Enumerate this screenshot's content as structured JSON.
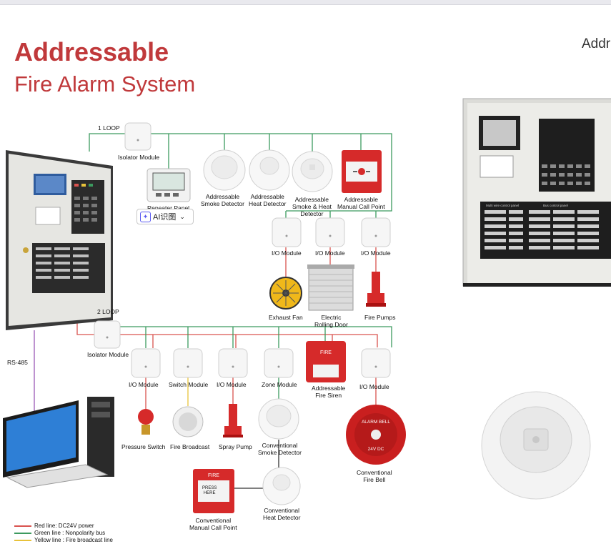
{
  "title": {
    "line1": "Addressable",
    "line2": "Fire Alarm System"
  },
  "cut_title": "Addr",
  "ai_button": {
    "label": "AI识图"
  },
  "loops": {
    "loop1": "1 LOOP",
    "loop2": "2 LOOP",
    "rs485": "RS-485"
  },
  "labels": {
    "isolator1": "Isolator Module",
    "repeater": "Repeater Panel",
    "smoke1": "Addressable\nSmoke Detector",
    "heat1": "Addressable\nHeat Detector",
    "smokeheat": "Addressable\nSmoke & Heat\nDetector",
    "mcp1": "Addressable\nManual Call Point",
    "io1": "I/O Module",
    "io2": "I/O Module",
    "io3": "I/O Module",
    "fan": "Exhaust Fan",
    "door": "Electric\nRolling Door",
    "pumps": "Fire Pumps",
    "isolator2": "Isolator Module",
    "io4": "I/O  Module",
    "switch": "Switch  Module",
    "io5": "I/O Module",
    "zone": "Zone Module",
    "siren": "Addressable\nFire Siren",
    "io6": "I/O Module",
    "pressure": "Pressure Switch",
    "broadcast": "Fire Broadcast",
    "spray": "Spray Pump",
    "convsmoke": "Conventional\nSmoke Detector",
    "bell": "Conventional\nFire Bell",
    "convmcp": "Conventional\nManual Call Point",
    "convheat": "Conventional\nHeat Detector"
  },
  "device_text": {
    "fire1": "FIRE",
    "fire2": "FIRE",
    "press": "PRESS\nHERE",
    "bell_ring": "ALARM BELL",
    "bell_v": "24V DC",
    "bus_panel": "Bus control panel",
    "multi_panel": "Multi wire control panel"
  },
  "legend": [
    {
      "text": "Red line: DC24V power",
      "color": "#d9534f"
    },
    {
      "text": "Green line : Nonpolarity bus",
      "color": "#3c9a5f"
    },
    {
      "text": "Yellow line : Fire broadcast line",
      "color": "#e8c23a"
    }
  ],
  "colors": {
    "accent": "#c0393b",
    "bus": "#3c9a5f",
    "power": "#d9534f",
    "broadcast": "#e8c23a",
    "rs485": "#9b59b6"
  },
  "icons": [
    "fire-alarm-panel-icon",
    "repeater-panel-icon",
    "smoke-detector-icon",
    "heat-detector-icon",
    "manual-call-point-icon",
    "io-module-icon",
    "isolator-module-icon",
    "exhaust-fan-icon",
    "rolling-door-icon",
    "fire-pump-icon",
    "fire-siren-icon",
    "fire-bell-icon",
    "pressure-switch-icon",
    "speaker-icon",
    "computer-icon"
  ]
}
